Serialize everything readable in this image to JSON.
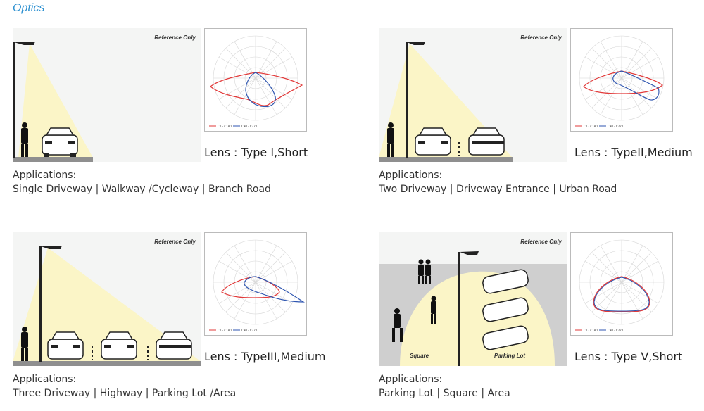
{
  "page": {
    "title": "Optics"
  },
  "blocks": [
    {
      "reference": "Reference Only",
      "lens": "Lens : Type I,Short",
      "apps_heading": "Applications:",
      "apps": "Single Driveway | Walkway /Cycleway | Branch Road",
      "legend": [
        "C0 - C180",
        "C90 - C270"
      ],
      "curve_colors": {
        "c0": "#e23a3a",
        "c90": "#2f56b0"
      }
    },
    {
      "reference": "Reference Only",
      "lens": "Lens : TypeII,Medium",
      "apps_heading": "Applications:",
      "apps": "Two Driveway | Driveway Entrance | Urban Road",
      "legend": [
        "C0 - C180",
        "C90 - C270"
      ],
      "curve_colors": {
        "c0": "#e23a3a",
        "c90": "#2f56b0"
      }
    },
    {
      "reference": "Reference Only",
      "lens": "Lens : TypeIII,Medium",
      "apps_heading": "Applications:",
      "apps": "Three Driveway | Highway | Parking Lot /Area",
      "legend": [
        "C0 - C180",
        "C90 - C270"
      ],
      "curve_colors": {
        "c0": "#e23a3a",
        "c90": "#2f56b0"
      }
    },
    {
      "reference": "Reference Only",
      "lens": "Lens : Type V,Short",
      "apps_heading": "Applications:",
      "apps": "Parking Lot | Square | Area",
      "legend": [
        "C0 - C180",
        "C90 - C270"
      ],
      "curve_colors": {
        "c0": "#e23a3a",
        "c90": "#2f56b0"
      },
      "scene_labels": [
        "Square",
        "Parking Lot"
      ]
    }
  ]
}
